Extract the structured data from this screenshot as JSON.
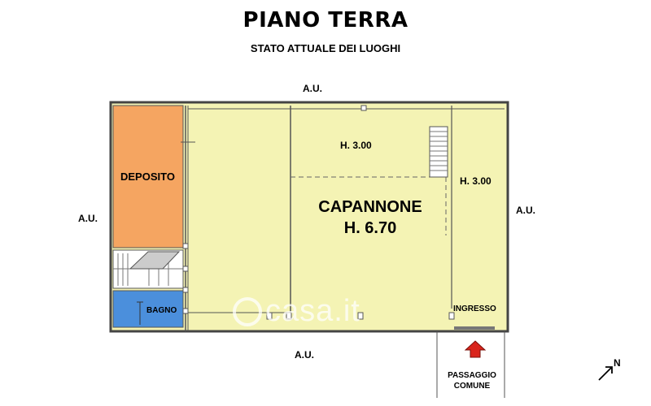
{
  "title": "PIANO TERRA",
  "subtitle": "STATO ATTUALE DEI LUOGHI",
  "colors": {
    "hall": "#f4f3b4",
    "deposito": "#f5a561",
    "bagno": "#4b8fdc",
    "stair": "#cccccc",
    "arrow": "#d9241c",
    "wall": "#444444"
  },
  "surroundings": {
    "north": "A.U.",
    "west": "A.U.",
    "east": "A.U.",
    "south": "A.U."
  },
  "rooms": {
    "deposito": "DEPOSITO",
    "bagno": "BAGNO",
    "capannone": "CAPANNONE",
    "capannone_height": "H. 6.70",
    "mezz_height_left": "H. 3.00",
    "mezz_height_right": "H. 3.00",
    "ingresso": "INGRESSO"
  },
  "passage": {
    "line1": "PASSAGGIO",
    "line2": "COMUNE"
  },
  "north_label": "N",
  "watermark": "casa.it"
}
